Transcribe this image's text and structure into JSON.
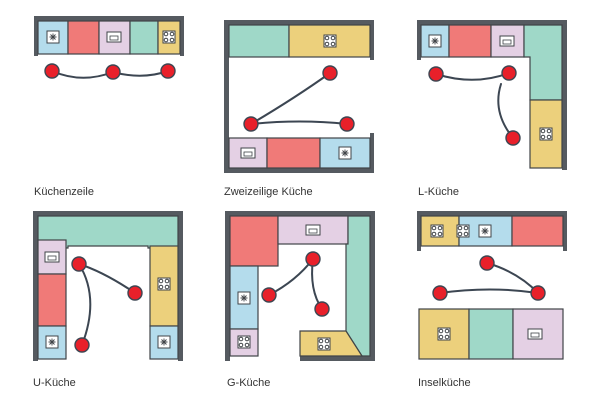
{
  "colors": {
    "wall": "#555a60",
    "outline": "#404448",
    "teal": "#9fd8c8",
    "yellow": "#ecd07c",
    "lilac": "#e4d0e4",
    "red": "#f07a78",
    "blue": "#b4dcec",
    "node": "#e8202a",
    "path": "#3c4652"
  },
  "layouts": [
    {
      "name": "kuechenzeile",
      "caption": "Küchenzeile"
    },
    {
      "name": "zweizeilige",
      "caption": "Zweizeilige Küche"
    },
    {
      "name": "l-kueche",
      "caption": "L-Küche"
    },
    {
      "name": "u-kueche",
      "caption": "U-Küche"
    },
    {
      "name": "g-kueche",
      "caption": "G-Küche"
    },
    {
      "name": "inselkueche",
      "caption": "Inselküche"
    }
  ]
}
